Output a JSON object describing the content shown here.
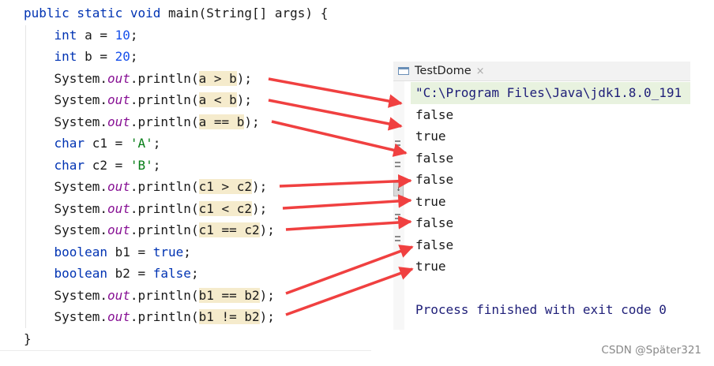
{
  "code_lines": [
    [
      {
        "t": "public static void ",
        "c": "kw"
      },
      {
        "t": "main(String[] args) {"
      }
    ],
    [
      {
        "t": "    "
      },
      {
        "t": "int",
        "c": "kw"
      },
      {
        "t": " a = "
      },
      {
        "t": "10",
        "c": "num"
      },
      {
        "t": ";"
      }
    ],
    [
      {
        "t": "    "
      },
      {
        "t": "int",
        "c": "kw"
      },
      {
        "t": " b = "
      },
      {
        "t": "20",
        "c": "num"
      },
      {
        "t": ";"
      }
    ],
    [
      {
        "t": "    System."
      },
      {
        "t": "out",
        "c": "field"
      },
      {
        "t": ".println("
      },
      {
        "t": "a > b",
        "c": "hl"
      },
      {
        "t": ");"
      }
    ],
    [
      {
        "t": "    System."
      },
      {
        "t": "out",
        "c": "field"
      },
      {
        "t": ".println("
      },
      {
        "t": "a < b",
        "c": "hl"
      },
      {
        "t": ");"
      }
    ],
    [
      {
        "t": "    System."
      },
      {
        "t": "out",
        "c": "field"
      },
      {
        "t": ".println("
      },
      {
        "t": "a == b",
        "c": "hl"
      },
      {
        "t": ");"
      }
    ],
    [
      {
        "t": "    "
      },
      {
        "t": "char",
        "c": "kw"
      },
      {
        "t": " c1 = "
      },
      {
        "t": "'A'",
        "c": "str"
      },
      {
        "t": ";"
      }
    ],
    [
      {
        "t": "    "
      },
      {
        "t": "char",
        "c": "kw"
      },
      {
        "t": " c2 = "
      },
      {
        "t": "'B'",
        "c": "str"
      },
      {
        "t": ";"
      }
    ],
    [
      {
        "t": "    System."
      },
      {
        "t": "out",
        "c": "field"
      },
      {
        "t": ".println("
      },
      {
        "t": "c1 > c2",
        "c": "hl"
      },
      {
        "t": ");"
      }
    ],
    [
      {
        "t": "    System."
      },
      {
        "t": "out",
        "c": "field"
      },
      {
        "t": ".println("
      },
      {
        "t": "c1 < c2",
        "c": "hl"
      },
      {
        "t": ");"
      }
    ],
    [
      {
        "t": "    System."
      },
      {
        "t": "out",
        "c": "field"
      },
      {
        "t": ".println("
      },
      {
        "t": "c1 == c2",
        "c": "hl"
      },
      {
        "t": ");"
      }
    ],
    [
      {
        "t": "    "
      },
      {
        "t": "boolean",
        "c": "kw"
      },
      {
        "t": " b1 = "
      },
      {
        "t": "true",
        "c": "kw"
      },
      {
        "t": ";"
      }
    ],
    [
      {
        "t": "    "
      },
      {
        "t": "boolean",
        "c": "kw"
      },
      {
        "t": " b2 = "
      },
      {
        "t": "false",
        "c": "kw"
      },
      {
        "t": ";"
      }
    ],
    [
      {
        "t": "    System."
      },
      {
        "t": "out",
        "c": "field"
      },
      {
        "t": ".println("
      },
      {
        "t": "b1 == b2",
        "c": "hl"
      },
      {
        "t": ");"
      }
    ],
    [
      {
        "t": "    System."
      },
      {
        "t": "out",
        "c": "field"
      },
      {
        "t": ".println("
      },
      {
        "t": "b1 != b2",
        "c": "hl"
      },
      {
        "t": ");"
      }
    ],
    [
      {
        "t": "}"
      }
    ]
  ],
  "console": {
    "tab_title": "TestDome",
    "close_glyph": "×",
    "command_line": "\"C:\\Program Files\\Java\\jdk1.8.0_191",
    "outputs": [
      "false",
      "true",
      "false",
      "false",
      "true",
      "false",
      "false",
      "true"
    ],
    "process_message": "Process finished with exit code 0"
  },
  "colors": {
    "keyword": "#0033b3",
    "number": "#1750eb",
    "string": "#067d17",
    "field": "#871094",
    "highlight": "#f5ebcc",
    "arrow": "#f04040",
    "command_bg": "#e8f2df"
  },
  "icons": {
    "tab_icon": "console-window-icon",
    "close_icon": "close-icon"
  },
  "watermark": "CSDN @Später321"
}
